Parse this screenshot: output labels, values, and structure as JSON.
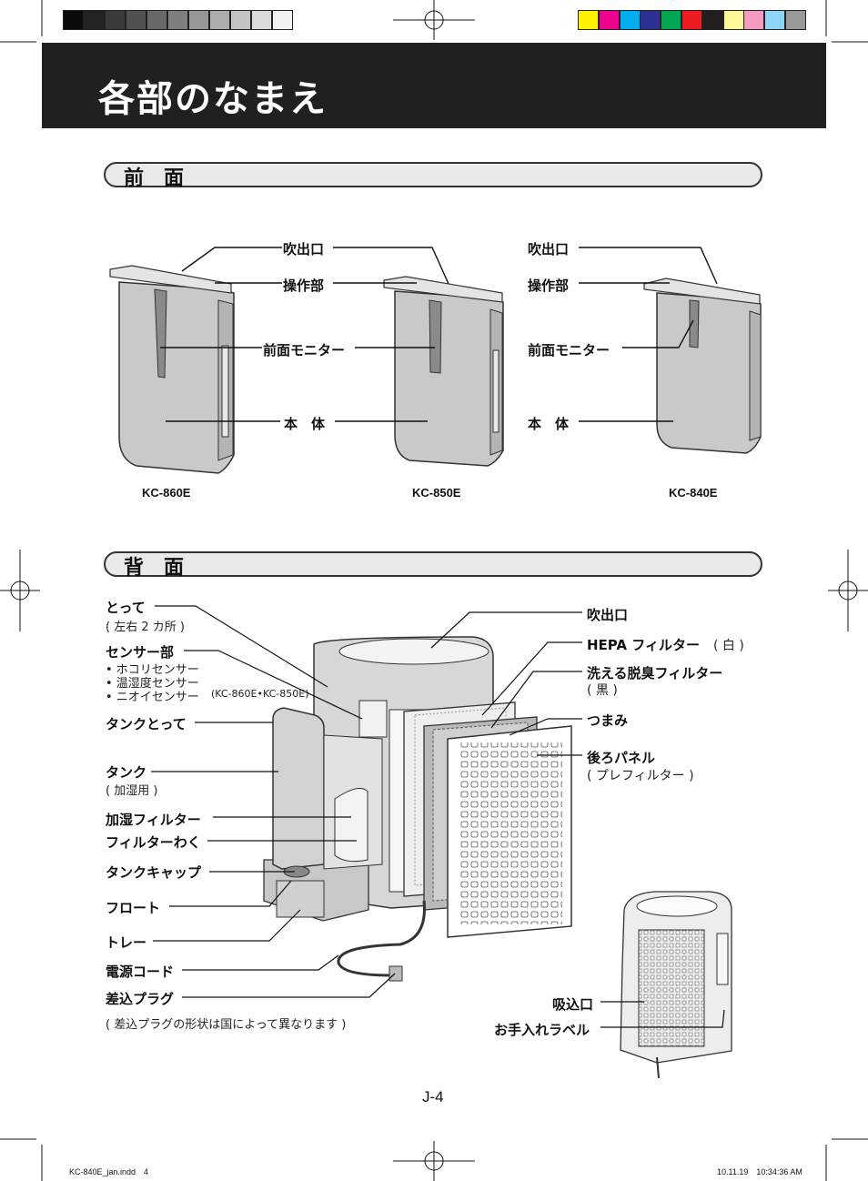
{
  "color_bar": {
    "grays": [
      "#0b0b0b",
      "#232323",
      "#3a3a3a",
      "#515151",
      "#686868",
      "#7f7f7f",
      "#969696",
      "#adadad",
      "#c4c4c4",
      "#dbdbdb",
      "#f2f2f2"
    ],
    "process": [
      "#fff200",
      "#ec008c",
      "#00aeef",
      "#2e3192",
      "#00a651",
      "#ed1c24",
      "#231f20",
      "#fff799",
      "#f49ac1",
      "#8fd3f5",
      "#999999"
    ]
  },
  "header": {
    "title": "各部のなまえ"
  },
  "front": {
    "section_label": "前面",
    "labels": {
      "outlet_left": "吹出口",
      "controls_left": "操作部",
      "monitor_left": "前面モニター",
      "body_left": "本　体",
      "outlet_right": "吹出口",
      "controls_right": "操作部",
      "monitor_right": "前面モニター",
      "body_right": "本　体"
    },
    "models": [
      "KC-860E",
      "KC-850E",
      "KC-840E"
    ]
  },
  "back": {
    "section_label": "背面",
    "left_labels": {
      "handle": "とって",
      "handle_note": "( 左右 2 カ所 )",
      "sensor": "センサー部",
      "sensor_items": [
        "• ホコリセンサー",
        "• 温湿度センサー",
        "• ニオイセンサー"
      ],
      "sensor_models_note": "(KC-860E•KC-850E)",
      "tank_handle": "タンクとって",
      "tank": "タンク",
      "tank_note": "( 加湿用 )",
      "humid_filter": "加湿フィルター",
      "filter_frame": "フィルターわく",
      "tank_cap": "タンクキャップ",
      "float": "フロート",
      "tray": "トレー",
      "power_cord": "電源コード",
      "plug": "差込プラグ",
      "plug_note": "( 差込プラグの形状は国によって異なります )"
    },
    "right_labels": {
      "outlet": "吹出口",
      "hepa": "HEPA フィルター",
      "hepa_note": "( 白 )",
      "deodor": "洗える脱臭フィルター",
      "deodor_note": "( 黒 )",
      "knob": "つまみ",
      "back_panel": "後ろパネル",
      "back_panel_note": "( プレフィルター )",
      "intake": "吸込口",
      "care_label": "お手入れラベル"
    }
  },
  "footer": {
    "page_number": "J-4",
    "file_name": "KC-840E_jan.indd　4",
    "timestamp": "10.11.19　10:34:36 AM"
  }
}
